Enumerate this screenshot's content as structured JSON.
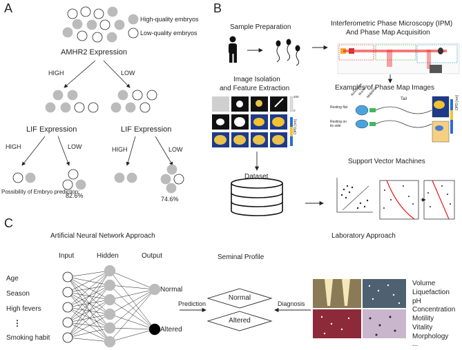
{
  "panel_a": {
    "letter": "A",
    "legend_high": "High-quality embryos",
    "legend_low": "Low-quality embryos",
    "amhr2_title": "AMHR2 Expression",
    "branch_high": "HIGH",
    "branch_low": "LOW",
    "lif_title_left": "LIF Expression",
    "lif_title_right": "LIF Expression",
    "lif_high_left": "HIGH",
    "lif_low_left": "LOW",
    "lif_high_right": "HIGH",
    "lif_low_right": "LOW",
    "possibility_label": "Possibility of Embryo prediction:",
    "pct_left": "82.6%",
    "pct_right": "74.6%"
  },
  "panel_b": {
    "letter": "B",
    "sample_prep": "Sample Preparation",
    "ipm_title_1": "Interferometric Phase Microscopy (IPM)",
    "ipm_title_2": "And Phase Map Acquisition",
    "examples_title": "Examples of Phase Map Images",
    "isolation_title_1": "Image Isolation",
    "isolation_title_2": "and Feature Extraction",
    "dataset": "Dataset",
    "svm_title": "Support Vector Machines",
    "resting_flat": "Resting flat",
    "resting_side": "Resting on its side",
    "acrosome": "Acrosome",
    "nucleus": "Nucleus",
    "midpiece": "Midpiece",
    "tail": "Tail",
    "opd_label": "OPD [nm]",
    "scale_top": "200",
    "scale_bottom": "0"
  },
  "panel_c": {
    "letter": "C",
    "ann_title": "Artificial Neural Network Approach",
    "lab_title": "Laboratory Approach",
    "col_input": "Input",
    "col_hidden": "Hidden",
    "col_output": "Output",
    "inputs": [
      "Age",
      "Season",
      "High fevers",
      "⋮",
      "Smoking habit"
    ],
    "output_normal": "Normal",
    "output_altered": "Altered",
    "seminal_profile": "Seminal Profile",
    "diamond_normal": "Normal",
    "diamond_altered": "Altered",
    "prediction": "Prediction",
    "diagnosis": "Diagnosis",
    "lab_params": [
      "Volume",
      "Liquefaction",
      "pH",
      "Concentration",
      "Motility",
      "Vitality",
      "Morphology",
      "..."
    ]
  }
}
